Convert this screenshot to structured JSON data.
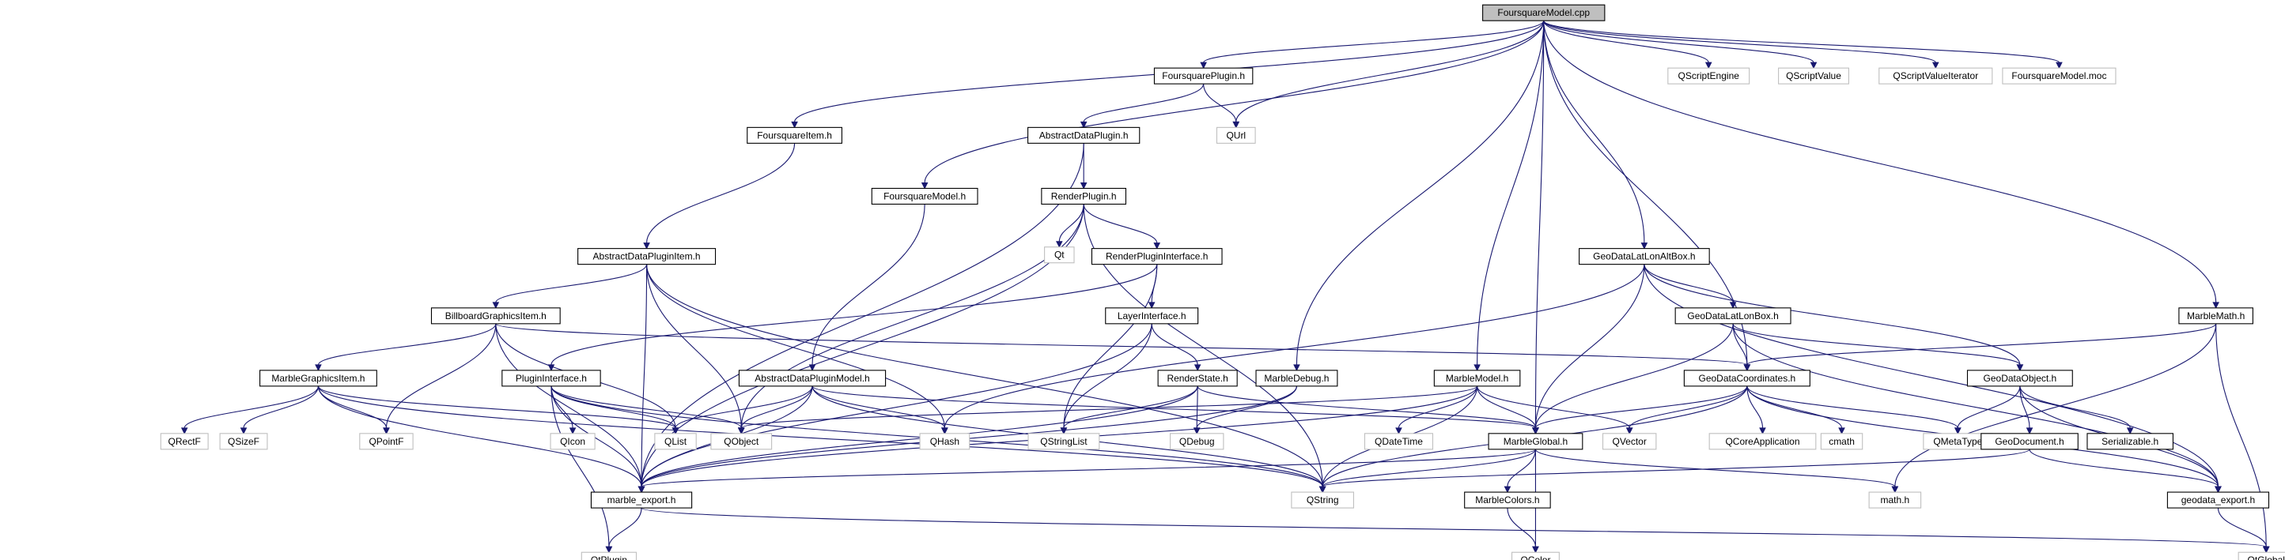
{
  "nodes": {
    "root": "FoursquareModel.cpp",
    "foursquare_plugin": "FoursquarePlugin.h",
    "qscript_engine": "QScriptEngine",
    "qscript_value": "QScriptValue",
    "qscript_value_iterator": "QScriptValueIterator",
    "foursquare_moc": "FoursquareModel.moc",
    "foursquare_item": "FoursquareItem.h",
    "abstract_data_plugin": "AbstractDataPlugin.h",
    "qurl": "QUrl",
    "foursquare_model": "FoursquareModel.h",
    "render_plugin": "RenderPlugin.h",
    "qt": "Qt",
    "abstract_data_plugin_item": "AbstractDataPluginItem.h",
    "render_plugin_interface": "RenderPluginInterface.h",
    "geodata_latlonalt_box": "GeoDataLatLonAltBox.h",
    "billboard_graphics_item": "BillboardGraphicsItem.h",
    "layer_interface": "LayerInterface.h",
    "geodata_latlon_box": "GeoDataLatLonBox.h",
    "marble_math": "MarbleMath.h",
    "marble_graphics_item": "MarbleGraphicsItem.h",
    "plugin_interface": "PluginInterface.h",
    "abstract_data_plugin_model": "AbstractDataPluginModel.h",
    "render_state": "RenderState.h",
    "marble_debug": "MarbleDebug.h",
    "marble_model": "MarbleModel.h",
    "geodata_coordinates": "GeoDataCoordinates.h",
    "geodata_object": "GeoDataObject.h",
    "qrectf": "QRectF",
    "qsizef": "QSizeF",
    "qpointf": "QPointF",
    "qicon": "QIcon",
    "qlist": "QList",
    "qobject": "QObject",
    "qhash": "QHash",
    "qstringlist": "QStringList",
    "qdebug": "QDebug",
    "qdatetime": "QDateTime",
    "marble_global": "MarbleGlobal.h",
    "qvector": "QVector",
    "qcore_application": "QCoreApplication",
    "cmath": "cmath",
    "qmetatype": "QMetaType",
    "geo_document": "GeoDocument.h",
    "serializable": "Serializable.h",
    "marble_export": "marble_export.h",
    "qstring": "QString",
    "marble_colors": "MarbleColors.h",
    "math_h": "math.h",
    "geodata_export": "geodata_export.h",
    "qtplugin": "QtPlugin",
    "qcolor": "QColor",
    "qtglobal": "QtGlobal"
  },
  "external_nodes": [
    "qscript_engine",
    "qscript_value",
    "qscript_value_iterator",
    "foursquare_moc",
    "qurl",
    "qt",
    "qrectf",
    "qsizef",
    "qpointf",
    "qicon",
    "qlist",
    "qobject",
    "qhash",
    "qstringlist",
    "qdebug",
    "qdatetime",
    "qvector",
    "qcore_application",
    "cmath",
    "qmetatype",
    "qstring",
    "math_h",
    "qtplugin",
    "qcolor",
    "qtglobal"
  ],
  "edges": [
    [
      "root",
      "foursquare_plugin"
    ],
    [
      "root",
      "qscript_engine"
    ],
    [
      "root",
      "qscript_value"
    ],
    [
      "root",
      "qscript_value_iterator"
    ],
    [
      "root",
      "foursquare_moc"
    ],
    [
      "root",
      "foursquare_item"
    ],
    [
      "root",
      "foursquare_model"
    ],
    [
      "root",
      "qurl"
    ],
    [
      "root",
      "marble_debug"
    ],
    [
      "root",
      "marble_model"
    ],
    [
      "root",
      "geodata_latlonalt_box"
    ],
    [
      "root",
      "geodata_coordinates"
    ],
    [
      "root",
      "marble_global"
    ],
    [
      "root",
      "marble_math"
    ],
    [
      "foursquare_plugin",
      "abstract_data_plugin"
    ],
    [
      "foursquare_plugin",
      "qurl"
    ],
    [
      "foursquare_item",
      "abstract_data_plugin_item"
    ],
    [
      "abstract_data_plugin",
      "render_plugin"
    ],
    [
      "abstract_data_plugin",
      "marble_export"
    ],
    [
      "foursquare_model",
      "abstract_data_plugin_model"
    ],
    [
      "render_plugin",
      "qt"
    ],
    [
      "render_plugin",
      "render_plugin_interface"
    ],
    [
      "render_plugin",
      "marble_export"
    ],
    [
      "render_plugin",
      "qstring"
    ],
    [
      "render_plugin",
      "qobject"
    ],
    [
      "abstract_data_plugin_item",
      "billboard_graphics_item"
    ],
    [
      "abstract_data_plugin_item",
      "marble_export"
    ],
    [
      "abstract_data_plugin_item",
      "qobject"
    ],
    [
      "abstract_data_plugin_item",
      "qhash"
    ],
    [
      "abstract_data_plugin_item",
      "qstring"
    ],
    [
      "render_plugin_interface",
      "layer_interface"
    ],
    [
      "render_plugin_interface",
      "plugin_interface"
    ],
    [
      "render_plugin_interface",
      "qstringlist"
    ],
    [
      "layer_interface",
      "render_state"
    ],
    [
      "layer_interface",
      "qstringlist"
    ],
    [
      "layer_interface",
      "marble_export"
    ],
    [
      "billboard_graphics_item",
      "marble_graphics_item"
    ],
    [
      "billboard_graphics_item",
      "geodata_coordinates"
    ],
    [
      "billboard_graphics_item",
      "qpointf"
    ],
    [
      "billboard_graphics_item",
      "qlist"
    ],
    [
      "billboard_graphics_item",
      "marble_export"
    ],
    [
      "marble_graphics_item",
      "qrectf"
    ],
    [
      "marble_graphics_item",
      "qsizef"
    ],
    [
      "marble_graphics_item",
      "qpointf"
    ],
    [
      "marble_graphics_item",
      "qlist"
    ],
    [
      "marble_graphics_item",
      "marble_export"
    ],
    [
      "marble_graphics_item",
      "qstring"
    ],
    [
      "plugin_interface",
      "qicon"
    ],
    [
      "plugin_interface",
      "qlist"
    ],
    [
      "plugin_interface",
      "qobject"
    ],
    [
      "plugin_interface",
      "marble_export"
    ],
    [
      "plugin_interface",
      "qtplugin"
    ],
    [
      "plugin_interface",
      "qstring"
    ],
    [
      "abstract_data_plugin_model",
      "qobject"
    ],
    [
      "abstract_data_plugin_model",
      "qlist"
    ],
    [
      "abstract_data_plugin_model",
      "qhash"
    ],
    [
      "abstract_data_plugin_model",
      "marble_export"
    ],
    [
      "abstract_data_plugin_model",
      "qstring"
    ],
    [
      "abstract_data_plugin_model",
      "marble_global"
    ],
    [
      "render_state",
      "qstringlist"
    ],
    [
      "render_state",
      "qdebug"
    ],
    [
      "render_state",
      "marble_export"
    ],
    [
      "render_state",
      "marble_global"
    ],
    [
      "marble_debug",
      "qdebug"
    ],
    [
      "marble_debug",
      "marble_export"
    ],
    [
      "marble_model",
      "qobject"
    ],
    [
      "marble_model",
      "qdatetime"
    ],
    [
      "marble_model",
      "qvector"
    ],
    [
      "marble_model",
      "marble_global"
    ],
    [
      "marble_model",
      "marble_export"
    ],
    [
      "marble_model",
      "qstring"
    ],
    [
      "geodata_latlonalt_box",
      "geodata_latlon_box"
    ],
    [
      "geodata_latlonalt_box",
      "geodata_object"
    ],
    [
      "geodata_latlonalt_box",
      "marble_global"
    ],
    [
      "geodata_latlonalt_box",
      "geodata_export"
    ],
    [
      "geodata_latlonalt_box",
      "qhash"
    ],
    [
      "geodata_latlon_box",
      "geodata_coordinates"
    ],
    [
      "geodata_latlon_box",
      "geodata_object"
    ],
    [
      "geodata_latlon_box",
      "geodata_export"
    ],
    [
      "geodata_latlon_box",
      "marble_global"
    ],
    [
      "marble_math",
      "geodata_coordinates"
    ],
    [
      "marble_math",
      "math_h"
    ],
    [
      "marble_math",
      "qtglobal"
    ],
    [
      "geodata_coordinates",
      "marble_global"
    ],
    [
      "geodata_coordinates",
      "qvector"
    ],
    [
      "geodata_coordinates",
      "qcore_application"
    ],
    [
      "geodata_coordinates",
      "cmath"
    ],
    [
      "geodata_coordinates",
      "qmetatype"
    ],
    [
      "geodata_coordinates",
      "geodata_export"
    ],
    [
      "geodata_coordinates",
      "qstring"
    ],
    [
      "geodata_object",
      "geo_document"
    ],
    [
      "geodata_object",
      "serializable"
    ],
    [
      "geodata_object",
      "geodata_export"
    ],
    [
      "geodata_object",
      "qmetatype"
    ],
    [
      "geo_document",
      "geodata_export"
    ],
    [
      "geo_document",
      "qstring"
    ],
    [
      "marble_global",
      "marble_colors"
    ],
    [
      "marble_global",
      "qstring"
    ],
    [
      "marble_global",
      "math_h"
    ],
    [
      "marble_global",
      "qcolor"
    ],
    [
      "marble_global",
      "marble_export"
    ],
    [
      "marble_colors",
      "qcolor"
    ],
    [
      "marble_export",
      "qtplugin"
    ],
    [
      "marble_export",
      "qtglobal"
    ],
    [
      "geodata_export",
      "qtglobal"
    ]
  ]
}
